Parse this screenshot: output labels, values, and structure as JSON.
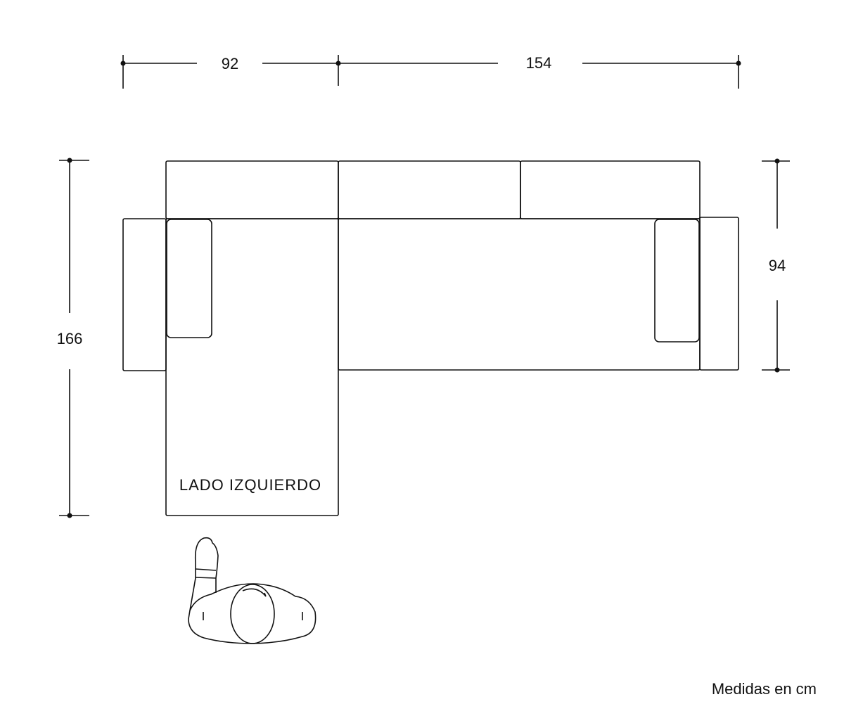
{
  "dimensions": {
    "chaise_width": "92",
    "sofa_width": "154",
    "total_depth": "166",
    "sofa_depth": "94"
  },
  "chaise_label": "LADO IZQUIERDO",
  "units_note": "Medidas en cm",
  "line_color": "#111111"
}
